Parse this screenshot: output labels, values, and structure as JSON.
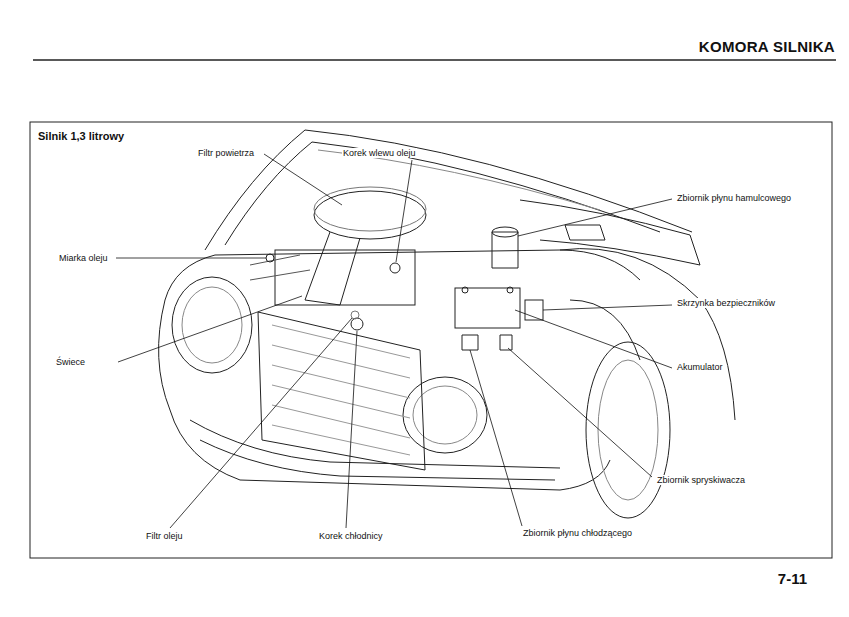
{
  "diagram": {
    "title": "KOMORA SILNIKA",
    "labels": [
      "Silnik 1,3 litrowy",
      "Filtr powietrza",
      "Korek wlewu oleju",
      "Zbiornik płynu hamulcowego",
      "Miarka oleju",
      "Skrzynka bezpieczników",
      "Świece",
      "Akumulator",
      "Zbiornik spryskiwacza",
      "Filtr oleju",
      "Korek chłodnicy",
      "Zbiornik płynu chłodzącego",
      "7-11"
    ]
  }
}
